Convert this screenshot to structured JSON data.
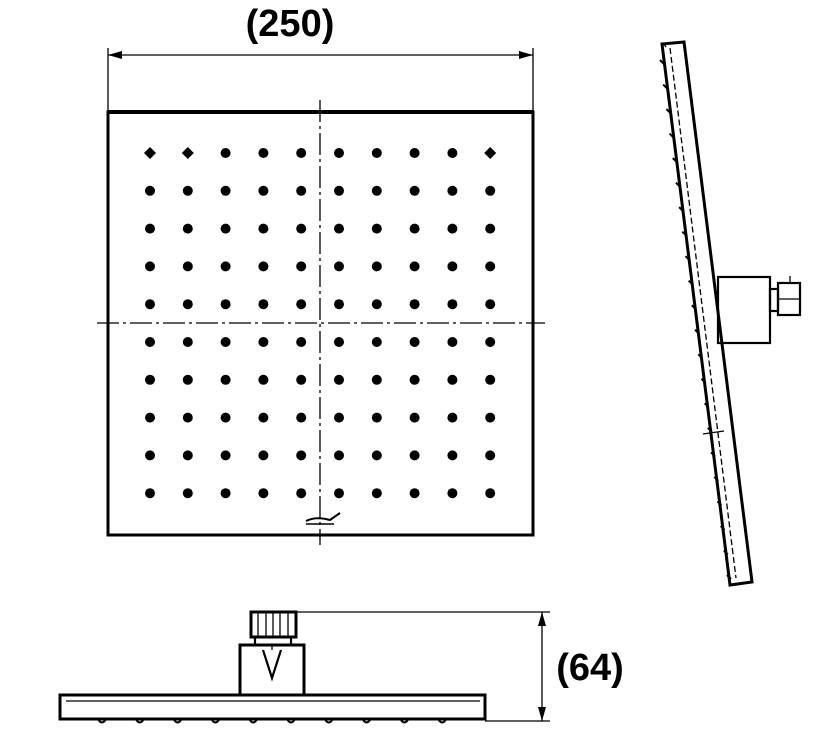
{
  "dimensions": {
    "width_label": "(250)",
    "height_label": "(64)"
  },
  "nozzle_grid": {
    "rows": 10,
    "cols": 10
  },
  "colors": {
    "line": "#000000",
    "background": "#ffffff"
  }
}
